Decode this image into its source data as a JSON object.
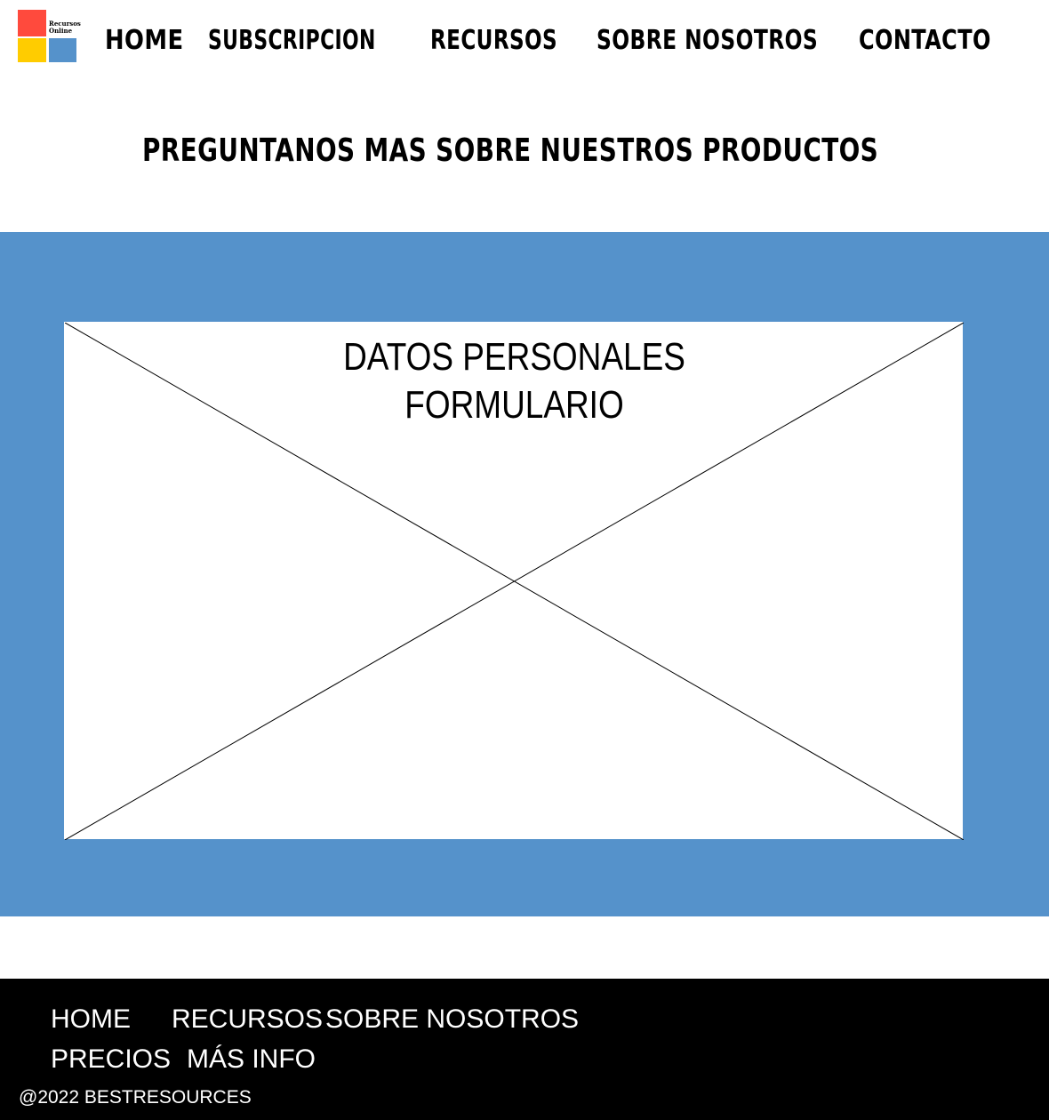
{
  "logo": {
    "brand_text": "Recursos Online",
    "colors": {
      "top": "#ff4a3d",
      "bottom_left": "#ffcc00",
      "bottom_right": "#5592cb"
    }
  },
  "nav": {
    "home": "HOME",
    "subscripcion": "SUBSCRIPCION",
    "recursos": "RECURSOS",
    "sobre_nosotros": "SOBRE NOSOTROS",
    "contacto": "CONTACTO"
  },
  "main": {
    "title": "PREGUNTANOS MAS SOBRE NUESTROS PRODUCTOS",
    "form_placeholder": {
      "line1": "DATOS PERSONALES",
      "line2": "FORMULARIO"
    }
  },
  "footer": {
    "links": {
      "home": "HOME",
      "recursos": "RECURSOS",
      "sobre_nosotros": "SOBRE NOSOTROS",
      "precios": "PRECIOS",
      "mas_info": "MÁS INFO"
    },
    "copyright": "@2022 BESTRESOURCES"
  },
  "colors": {
    "band": "#5592cb",
    "footer_bg": "#000000",
    "footer_text": "#ffffff"
  }
}
